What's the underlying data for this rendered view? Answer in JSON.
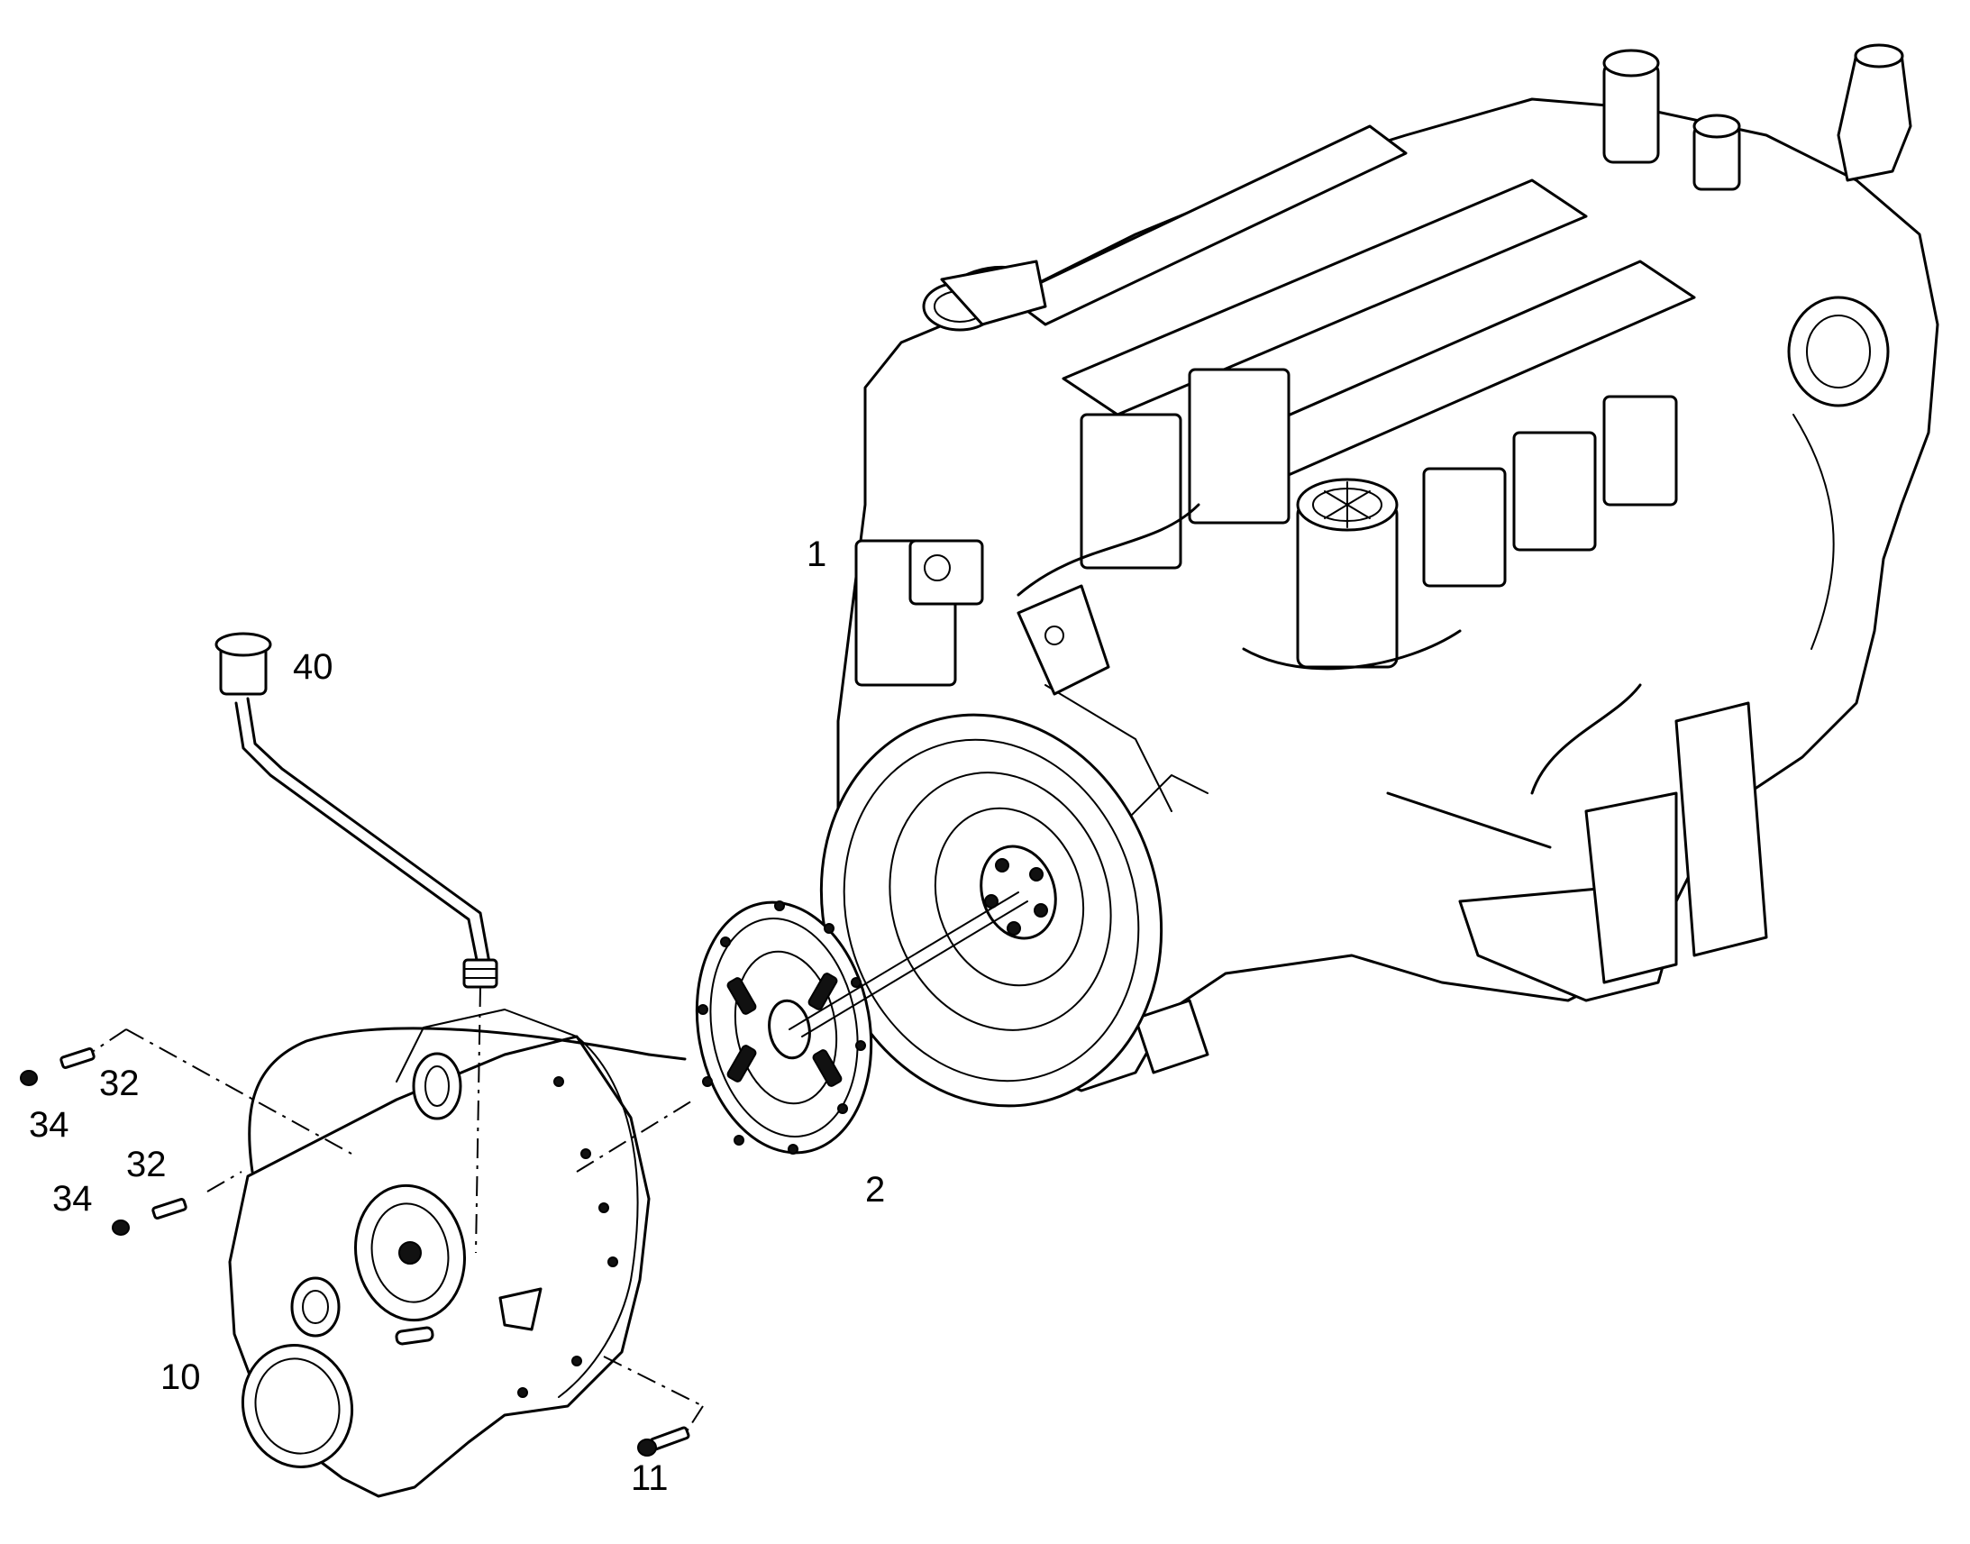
{
  "callouts": {
    "engine": "1",
    "clutch_disc": "2",
    "housing": "10",
    "bolt": "11",
    "stud_upper": "32",
    "stud_lower": "32",
    "nut_upper": "34",
    "nut_lower": "34",
    "dipstick_tube": "40"
  }
}
